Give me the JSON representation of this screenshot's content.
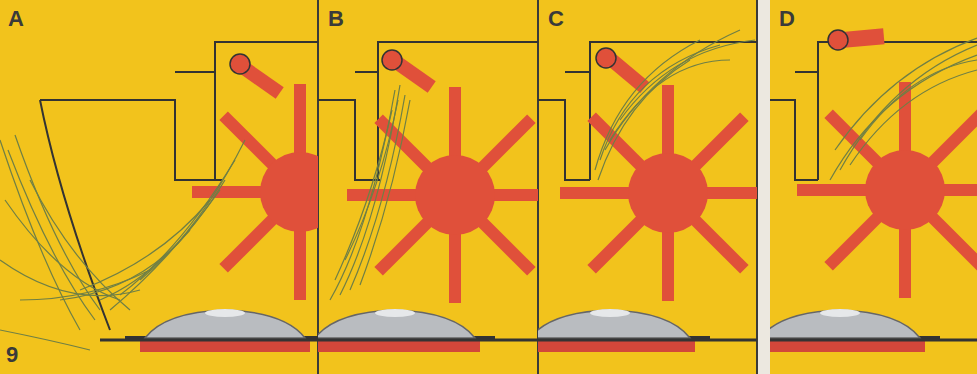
{
  "diagram": {
    "labels": [
      "A",
      "B",
      "C",
      "D",
      "9"
    ]
  }
}
